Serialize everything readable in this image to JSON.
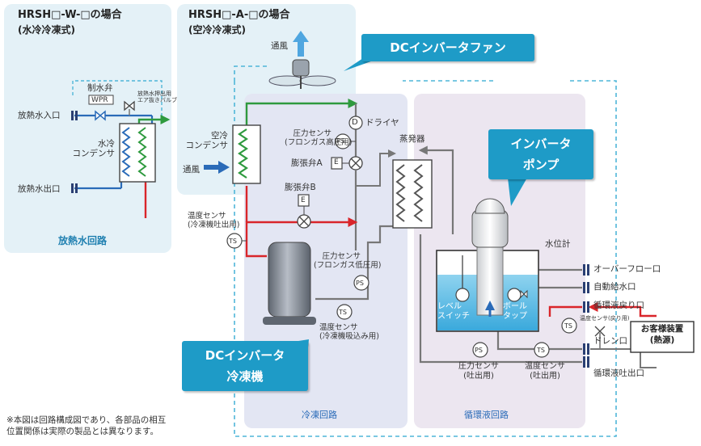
{
  "panels": {
    "water_cooled": {
      "title": "HRSH□-W-□の場合",
      "subtitle": "(水冷冷凍式)",
      "circuit_label": "放熱水回路"
    },
    "air_cooled": {
      "title": "HRSH□-A-□の場合",
      "subtitle": "(空冷冷凍式)"
    }
  },
  "water_side": {
    "valve_label": "制水弁",
    "wpr": "WPR",
    "air_vent_valve": "放熱水押出用\nエア抜きバルブ",
    "inlet": "放熱水入口",
    "outlet": "放熱水出口",
    "condenser": "水冷\nコンデンサ"
  },
  "air_side": {
    "airflow_top": "通風",
    "airflow_left": "通風",
    "condenser": "空冷\nコンデンサ"
  },
  "callouts": {
    "fan": "DCインバータファン",
    "pump": "インバータ\nポンプ",
    "compressor": "DCインバータ\n冷凍機"
  },
  "refrigeration": {
    "dryer_symbol": "D",
    "dryer": "ドライヤ",
    "ps_symbol": "PS",
    "ts_symbol": "TS",
    "e_symbol": "E",
    "pressure_high": "圧力センサ\n(フロンガス高圧用)",
    "exp_a": "膨張弁A",
    "exp_b": "膨張弁B",
    "temp_discharge": "温度センサ\n(冷凍機吐出用)",
    "pressure_low": "圧力センサ\n(フロンガス低圧用)",
    "temp_suction": "温度センサ\n(冷凍機吸込み用)",
    "evaporator": "蒸発器",
    "circuit_label": "冷凍回路"
  },
  "circulation": {
    "level_gauge": "水位計",
    "overflow": "オーバーフロー口",
    "auto_supply": "自動給水口",
    "return": "循環液戻り口",
    "temp_return": "温度センサ(戻り用)",
    "customer": "お客様装置\n(熱源)",
    "drain": "ドレン口",
    "outlet": "循環液吐出口",
    "level_switch": "レベル\nスイッチ",
    "ball_tap": "ボール\nタップ",
    "pressure_out": "圧力センサ\n(吐出用)",
    "temp_out": "温度センサ\n(吐出用)",
    "circuit_label": "循環液回路"
  },
  "footnote": "※本図は回路構成図であり、各部品の相互\n位置関係は実際の製品とは異なります。",
  "colors": {
    "panel": "#e4f1f7",
    "refrig": "#e3e6f3",
    "circ": "#ece6f0",
    "callout": "#1e9bc7",
    "hot": "#d9252a",
    "cold": "#2a6bb8",
    "green": "#2e9a3e",
    "gray": "#777777"
  }
}
